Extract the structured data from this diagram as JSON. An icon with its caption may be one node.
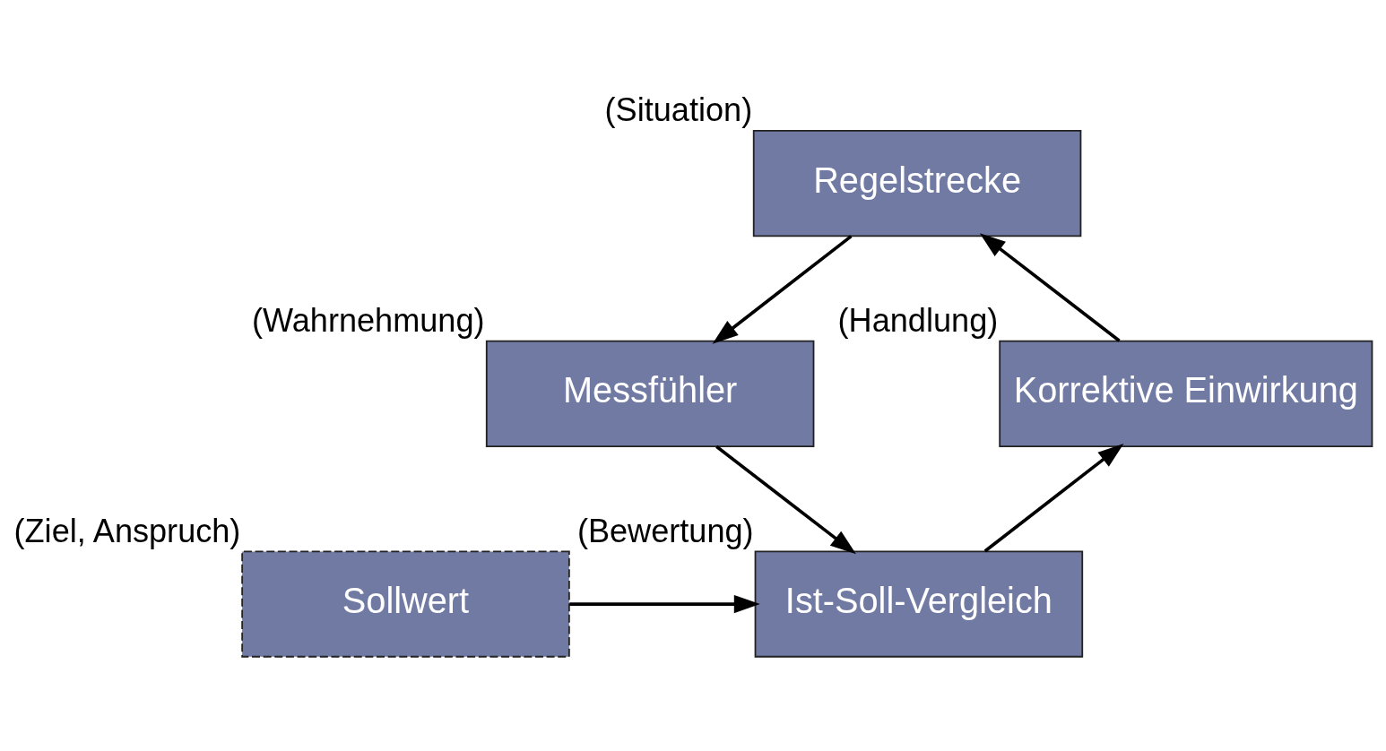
{
  "diagram": {
    "nodes": [
      {
        "text": [
          "Regelstrecke"
        ],
        "beside": [
          "(Situation)"
        ]
      },
      {
        "text": [
          "Messfühler"
        ],
        "beside": [
          "(Wahrnehmung)"
        ]
      },
      {
        "text": [
          "Ist-Soll-Vergleich"
        ],
        "beside": [
          "(Bewertung)"
        ]
      },
      {
        "text": [
          "Sollwert"
        ],
        "beside": [
          "(Ziel, Anspruch)"
        ]
      },
      {
        "text": [
          "Korrektive Einwirkung"
        ],
        "beside": [
          "(Handlung)"
        ]
      }
    ],
    "edges": [
      {
        "from": 4,
        "to": 0,
        "arrow": "to"
      },
      {
        "from": 0,
        "to": 1,
        "arrow": "to"
      },
      {
        "from": 1,
        "to": 2,
        "arrow": "to"
      },
      {
        "from": 3,
        "to": 2,
        "arrow": "to"
      },
      {
        "from": 2,
        "to": 4,
        "arrow": "to"
      }
    ]
  }
}
